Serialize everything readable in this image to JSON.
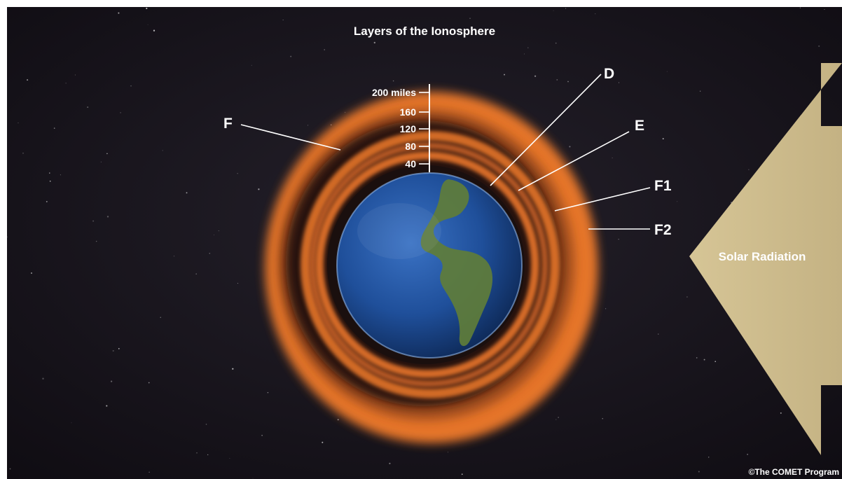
{
  "title": "Layers of the Ionosphere",
  "scale": {
    "ticks": [
      "200 miles",
      "160",
      "120",
      "80",
      "40"
    ]
  },
  "layer_labels": {
    "f": "F",
    "d": "D",
    "e": "E",
    "f1": "F1",
    "f2": "F2"
  },
  "solar": {
    "label": "Solar Radiation"
  },
  "credit": "©The COMET Program",
  "colors": {
    "space": "#17121c",
    "ionosphere": "#f07a2a",
    "earth_ocean": "#1f4f9a",
    "land": "#5f7d3a",
    "arrow": "#cdbb8c"
  },
  "icons": [
    "earth-globe",
    "solar-radiation-arrow"
  ]
}
